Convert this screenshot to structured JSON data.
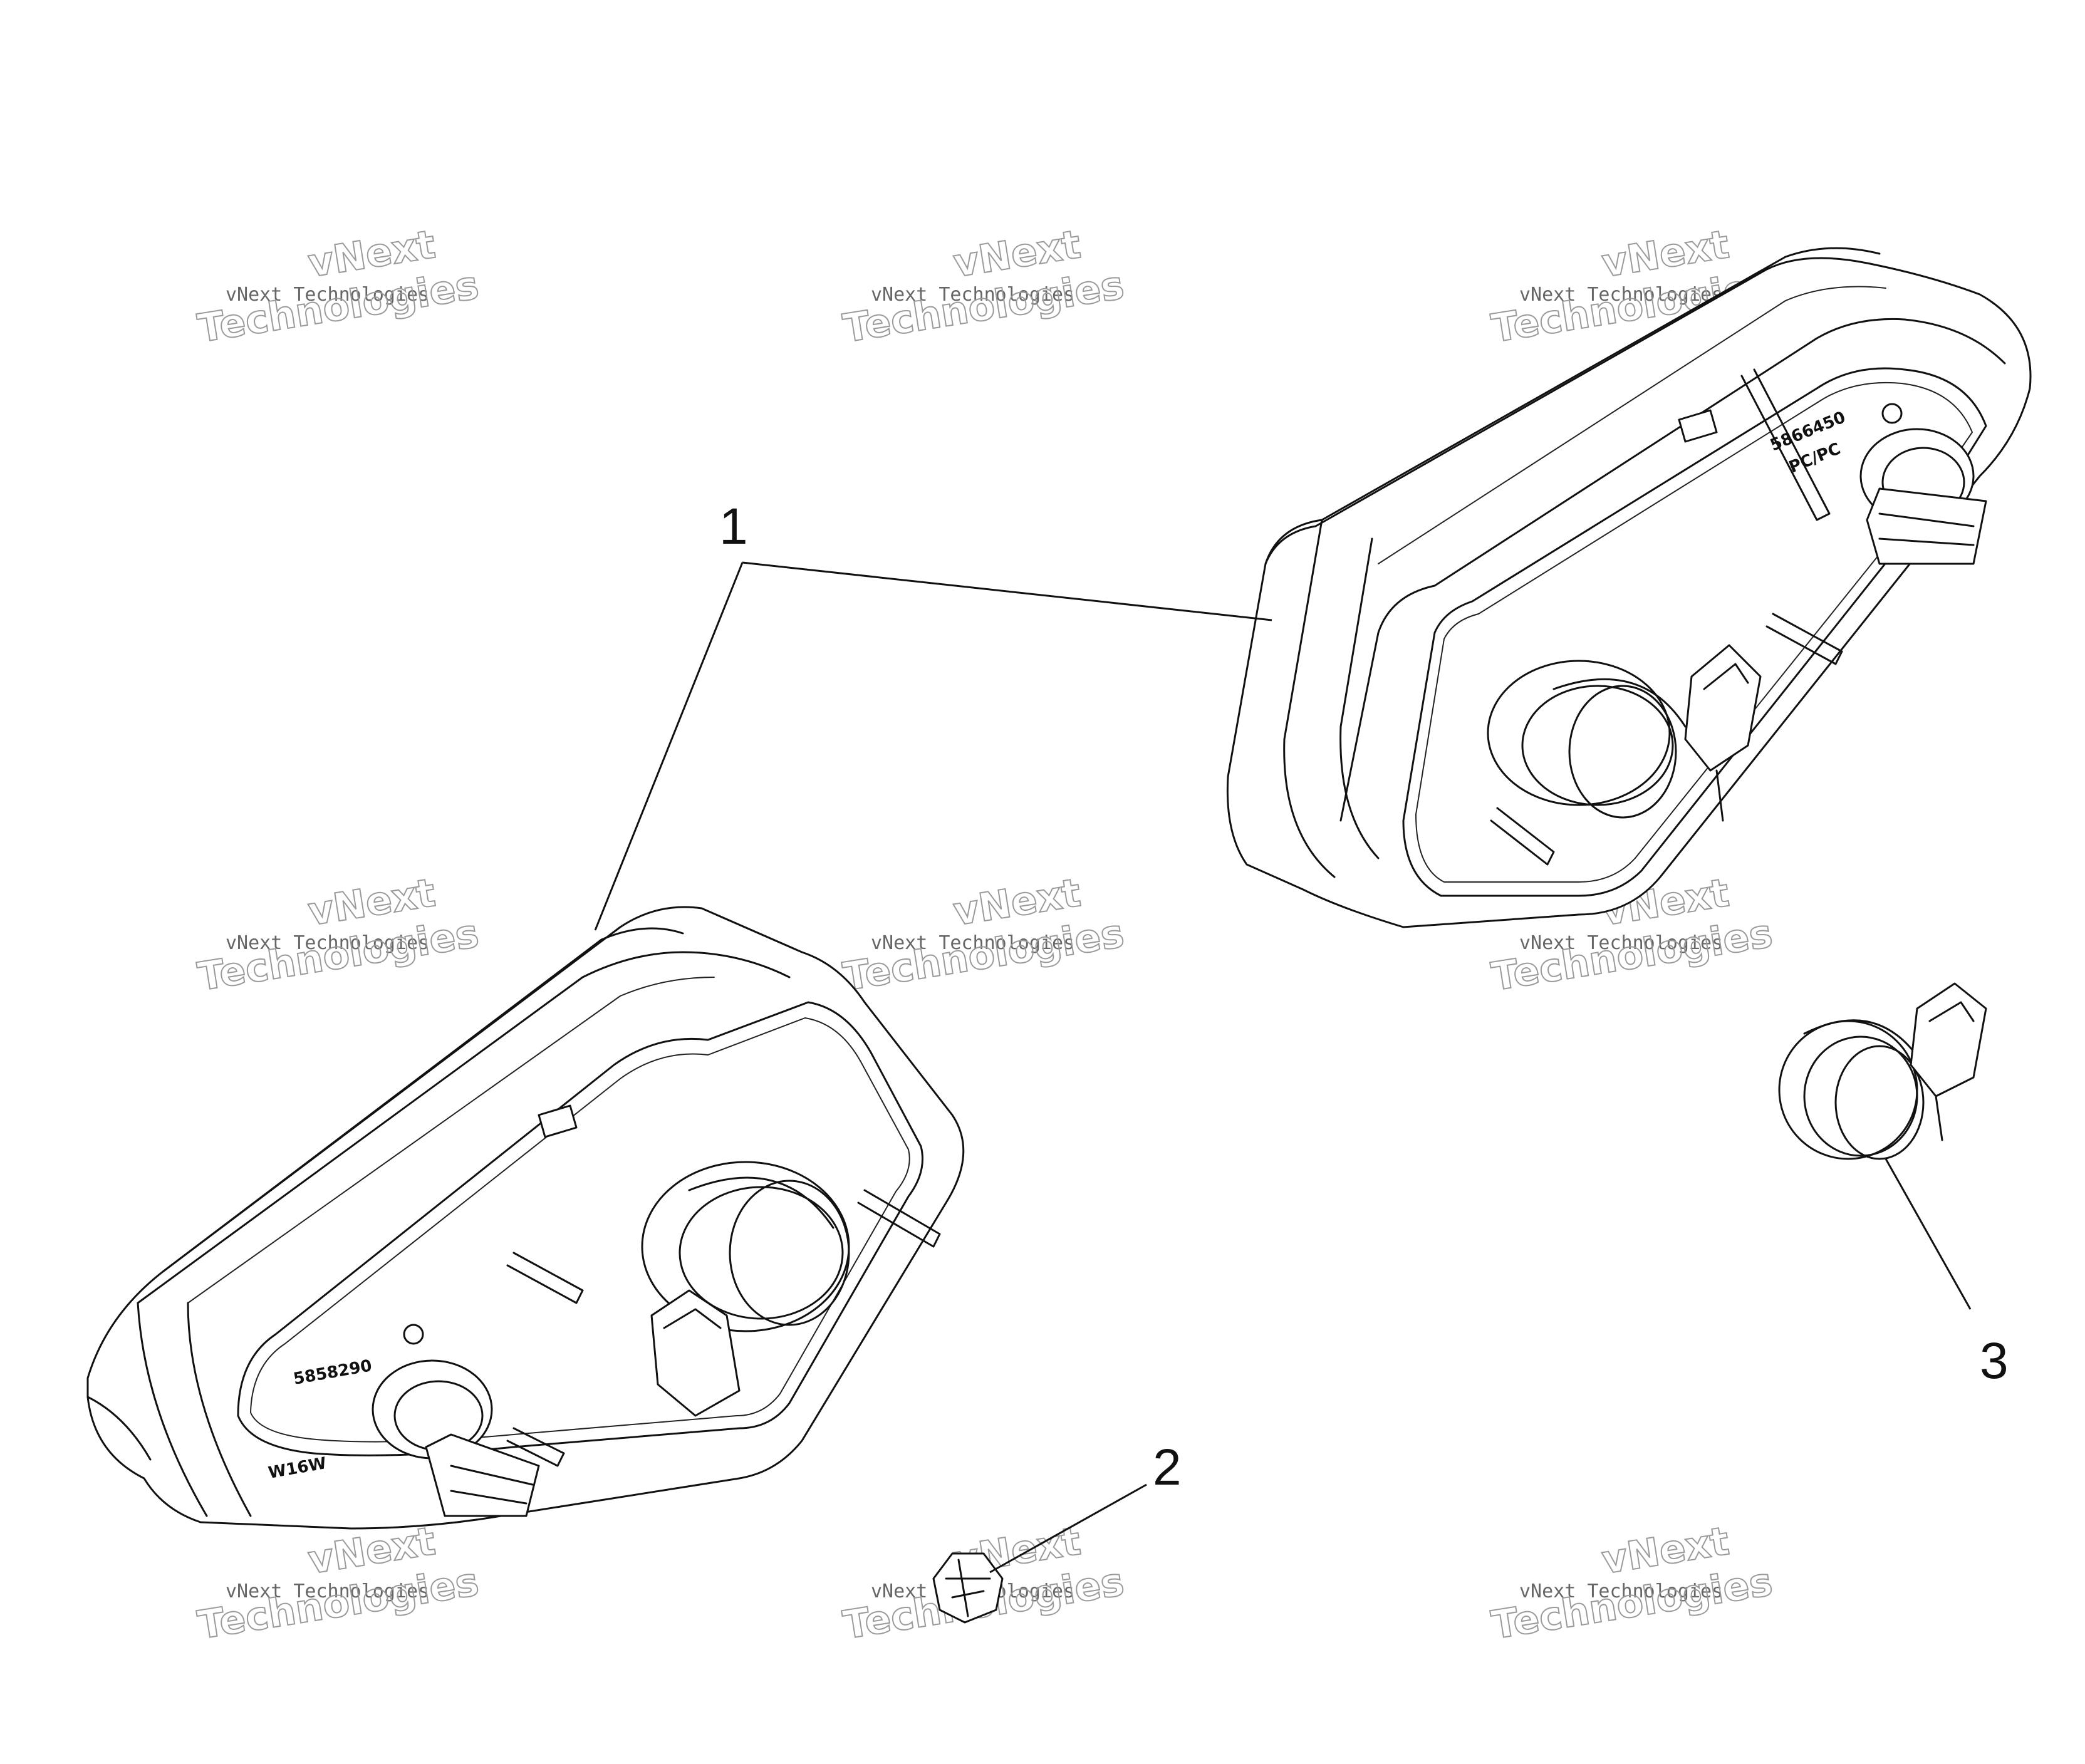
{
  "callouts": [
    {
      "id": "1",
      "label": "1"
    },
    {
      "id": "2",
      "label": "2"
    },
    {
      "id": "3",
      "label": "3"
    }
  ],
  "part_markings": {
    "left_lamp_code": "5858290",
    "left_lamp_bulb": "W16W",
    "right_lamp_code": "5866450",
    "right_lamp_material": "PC/PC"
  },
  "watermark": {
    "line1": "vNext",
    "line2": "vNext Technologies",
    "line3": "Technologies"
  },
  "colors": {
    "line": "#111111",
    "watermark": "#9a9a9a",
    "background": "#ffffff"
  }
}
